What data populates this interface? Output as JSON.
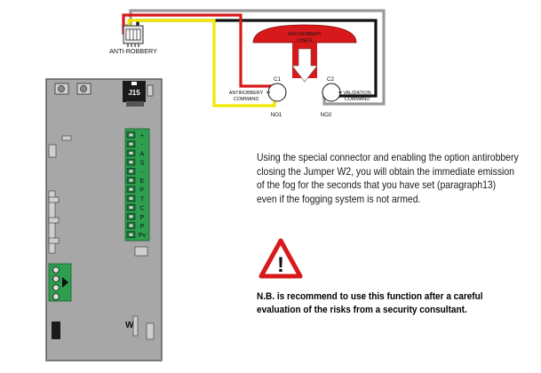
{
  "connector": {
    "label": "ANTI-ROBBERY"
  },
  "board": {
    "jumper_label": "J15",
    "terminal_labels": [
      "+",
      "-",
      "A",
      "S",
      "-",
      "E",
      "F",
      "T",
      "C",
      "P",
      "P",
      "Pv"
    ],
    "w_label": "W"
  },
  "button": {
    "text_line1": "ANTI-ROBBERY",
    "text_line2": "CHECK",
    "c1": "C1",
    "c2": "C2",
    "no1": "NO1",
    "no2": "NO2",
    "left_cmd_line1": "ANTIROBBERY",
    "left_cmd_line2": "COMMAND",
    "right_cmd_line1": "VALIDATION",
    "right_cmd_line2": "COMMAND"
  },
  "description": [
    "Using the special connector and enabling the option antirobbery",
    "closing the Jumper W2, you will obtain the immediate emission",
    "of the fog for the seconds that you have set (paragraph13)",
    "even if the fogging system is not armed."
  ],
  "warning": {
    "symbol": "!",
    "lines": [
      "N.B. is recommend to use this function after a careful",
      "evaluation of the risks from a security consultant."
    ]
  },
  "colors": {
    "board": "#a7a7a7",
    "terminal_green": "#2e9e4f",
    "wire_red": "#d8191c",
    "wire_yellow": "#f3e600",
    "wire_black": "#111111",
    "wire_gray": "#9a9a9a",
    "button_red": "#d8191c",
    "warning_red": "#d8191c"
  }
}
